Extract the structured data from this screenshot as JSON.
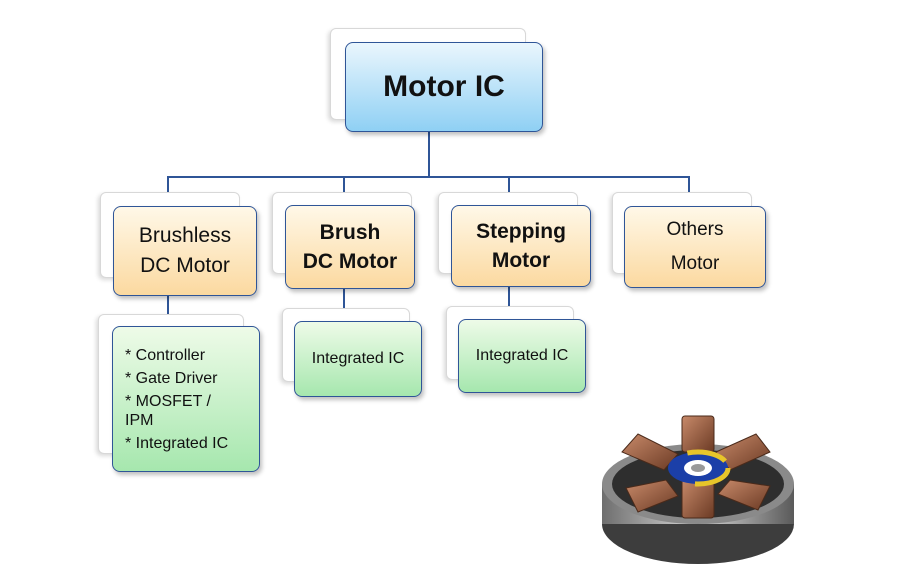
{
  "root": {
    "label": "Motor IC",
    "fill_top": "#eaf6fd",
    "fill_bottom": "#8fd0f4"
  },
  "categories": [
    {
      "line1": "Brushless",
      "line2": "DC Motor"
    },
    {
      "line1": "Brush",
      "line2": "DC Motor"
    },
    {
      "line1": "Stepping",
      "line2": "Motor"
    },
    {
      "line1": "Others",
      "line2": "Motor"
    }
  ],
  "leaves": {
    "brushless": [
      "* Controller",
      "* Gate Driver",
      "* MOSFET /\nIPM",
      "* Integrated IC"
    ],
    "brush": "Integrated IC",
    "stepping": "Integrated IC"
  },
  "colors": {
    "connector": "#2f5597",
    "category_fill": "#fbd9a0",
    "leaf_fill": "#a6e7ae"
  },
  "image": {
    "icon": "brushless-motor-stator-icon"
  }
}
